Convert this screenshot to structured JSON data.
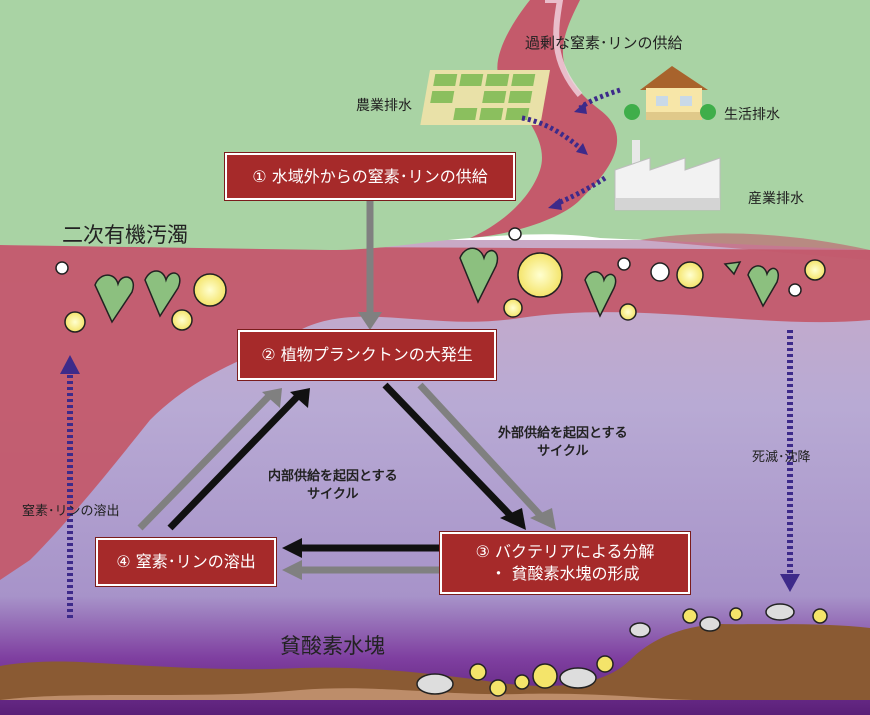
{
  "boxes": {
    "box1": "① 水域外からの窒素･リンの供給",
    "box2": "② 植物プランクトンの大発生",
    "box3_line1": "③ バクテリアによる分解",
    "box3_line2": "・ 貧酸素水塊の形成",
    "box4": "④ 窒素･リンの溶出"
  },
  "labels": {
    "excess_supply": "過剰な窒素･リンの供給",
    "agri": "農業排水",
    "domestic": "生活排水",
    "industrial": "産業排水",
    "secondary": "二次有機汚濁",
    "external_line1": "外部供給を起因とする",
    "external_line2": "サイクル",
    "internal_line1": "内部供給を起因とする",
    "internal_line2": "サイクル",
    "death": "死滅･沈降",
    "elution": "窒素･リンの溶出",
    "hypoxic": "貧酸素水塊"
  },
  "colors": {
    "land": "#a9d3a4",
    "river": "#c45a6b",
    "water": "#b7a6cf",
    "box": "#a62a2a",
    "sediment": "#8a5a33",
    "dotted_arrow": "#3d2a8a"
  }
}
